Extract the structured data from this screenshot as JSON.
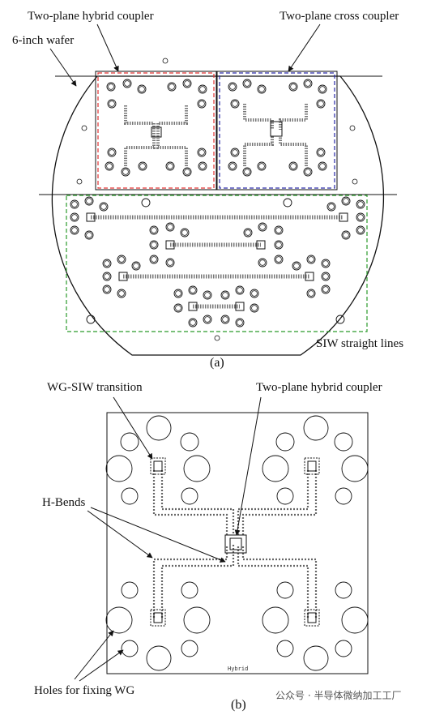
{
  "panel_a": {
    "label_hybrid": "Two-plane hybrid coupler",
    "label_cross": "Two-plane cross coupler",
    "label_wafer": "6-inch wafer",
    "label_siw": "SIW straight lines",
    "caption": "(a)"
  },
  "panel_b": {
    "label_transition": "WG-SIW transition",
    "label_coupler": "Two-plane hybrid coupler",
    "label_hbends": "H-Bends",
    "label_holes": "Holes for fixing WG",
    "chip_text": "Hybrid",
    "caption": "(b)"
  },
  "watermark": "公众号 · 半导体微纳加工工厂",
  "colors": {
    "hybrid_box": "#e03030",
    "cross_box": "#2a2aa8",
    "siw_box": "#2a9a2a",
    "ink": "#111111"
  }
}
